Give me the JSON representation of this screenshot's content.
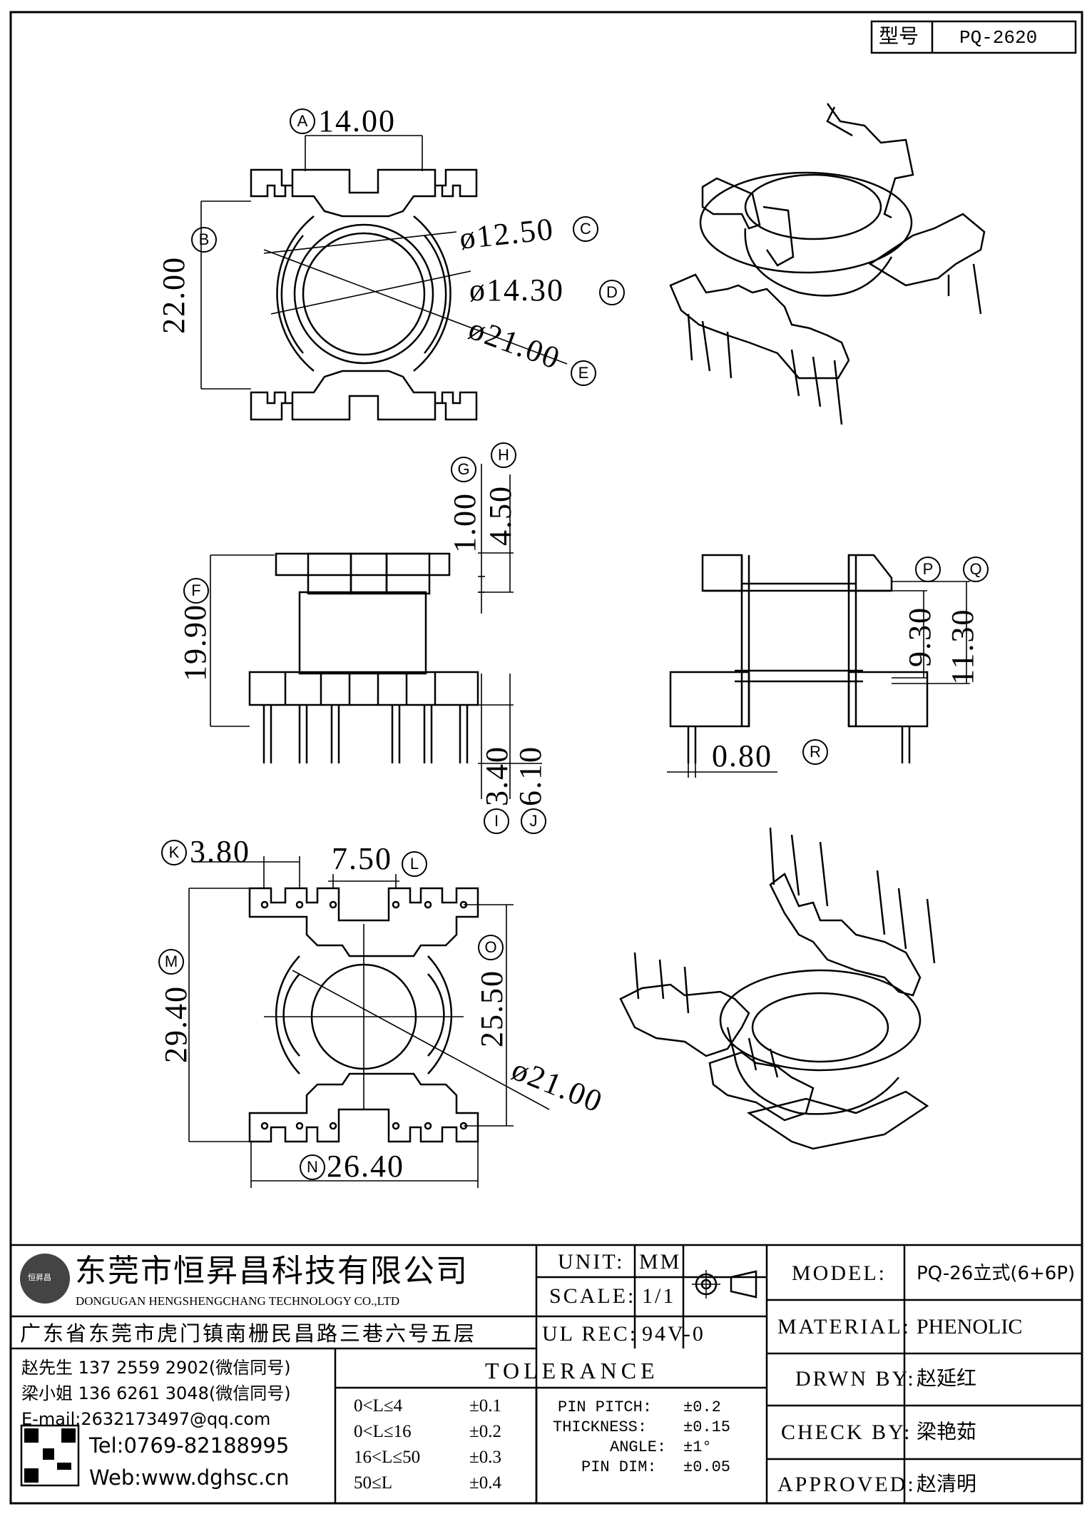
{
  "header": {
    "type_label": "型号",
    "type_value": "PQ-2620"
  },
  "dimensions": {
    "A": "14.00",
    "B": "22.00",
    "C": "ø12.50",
    "D": "ø14.30",
    "E": "ø21.00",
    "F": "19.90",
    "G": "1.00",
    "H": "4.50",
    "I": "3.40",
    "J": "6.10",
    "P": "9.30",
    "Q": "11.30",
    "R": "0.80",
    "K": "3.80",
    "L": "7.50",
    "M": "29.40",
    "O": "25.50",
    "dia": "ø21.00",
    "N": "26.40"
  },
  "markers": {
    "A": "A",
    "B": "B",
    "C": "C",
    "D": "D",
    "E": "E",
    "F": "F",
    "G": "G",
    "H": "H",
    "I": "I",
    "J": "J",
    "K": "K",
    "L": "L",
    "M": "M",
    "N": "N",
    "O": "O",
    "P": "P",
    "Q": "Q",
    "R": "R"
  },
  "company": {
    "name_cn": "东莞市恒昇昌科技有限公司",
    "name_en": "DONGUGAN HENGSHENGCHANG TECHNOLOGY CO.,LTD",
    "logo_text": "恒昇昌",
    "address": "广东省东莞市虎门镇南栅民昌路三巷六号五层"
  },
  "contacts": {
    "c1": "赵先生 137 2559 2902(微信同号)",
    "c2": "梁小姐 136 6261 3048(微信同号)",
    "email": "E-mail:2632173497@qq.com",
    "tel": "Tel:0769-82188995",
    "web": "Web:www.dghsc.cn"
  },
  "spec": {
    "unit_label": "UNIT:",
    "unit_value": "MM",
    "scale_label": "SCALE:",
    "scale_value": "1/1",
    "ulrec_label": "UL REC:",
    "ulrec_value": "94V-0",
    "model_label": "MODEL:",
    "model_value": "PQ-26立式(6+6P)",
    "material_label": "MATERIAL:",
    "material_value": "PHENOLIC",
    "drwn_label": "DRWN BY:",
    "drwn_value": "赵延红",
    "check_label": "CHECK BY:",
    "check_value": "梁艳茹",
    "approved_label": "APPROVED:",
    "approved_value": "赵清明"
  },
  "tolerance": {
    "title": "TOLERANCE",
    "rows": [
      {
        "range": "0<L≤4",
        "tol": "±0.1"
      },
      {
        "range": "0<L≤16",
        "tol": "±0.2"
      },
      {
        "range": "16<L≤50",
        "tol": "±0.3"
      },
      {
        "range": "50≤L",
        "tol": "±0.4"
      }
    ],
    "right": [
      {
        "label": "PIN PITCH:",
        "tol": "±0.2"
      },
      {
        "label": "THICKNESS:",
        "tol": "±0.15"
      },
      {
        "label": "ANGLE:",
        "tol": "±1°"
      },
      {
        "label": "PIN DIM:",
        "tol": "±0.05"
      }
    ]
  }
}
